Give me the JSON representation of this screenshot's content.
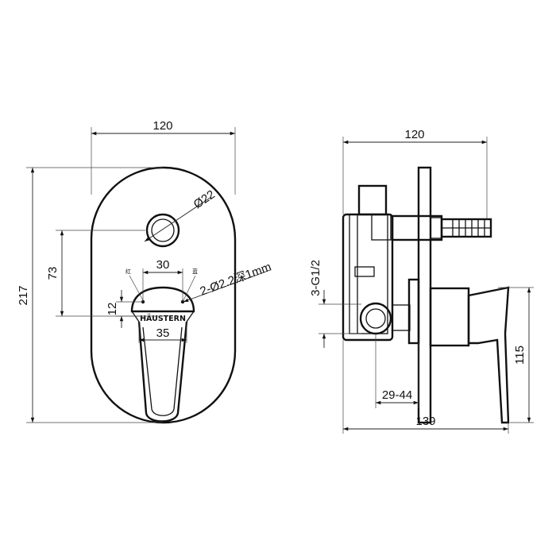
{
  "brand": "HÄUSTERN",
  "front_view": {
    "dims": {
      "width": "120",
      "height": "217",
      "button_diameter": "Ø22",
      "button_to_handle": "73",
      "handle_spacing": "30",
      "hole_spec": "2-Ø2.2深1mm",
      "handle_offset": "12",
      "handle_width": "35"
    },
    "markers": {
      "hot": "红",
      "cold": "蓝"
    }
  },
  "side_view": {
    "dims": {
      "width": "120",
      "inlets": "3-G1/2",
      "depth_range": "29-44",
      "total_depth": "139",
      "handle_height": "115"
    }
  }
}
